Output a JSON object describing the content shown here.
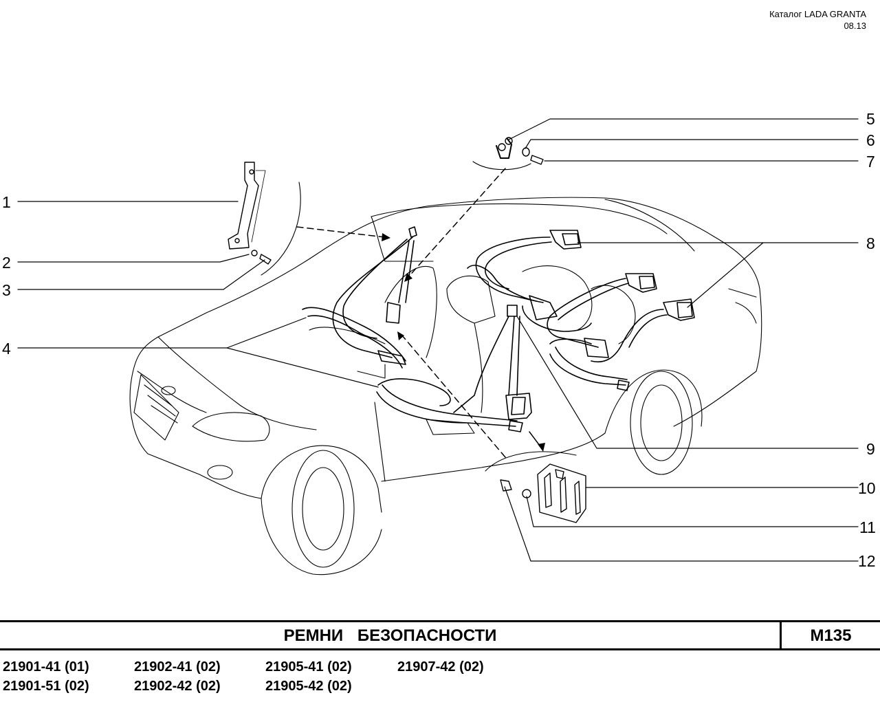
{
  "header": {
    "catalog": "Каталог  LADA  GRANTA",
    "date": "08.13"
  },
  "callouts": [
    "1",
    "2",
    "3",
    "4",
    "5",
    "6",
    "7",
    "8",
    "9",
    "10",
    "11",
    "12"
  ],
  "footer": {
    "title": "РЕМНИ   БЕЗОПАСНОСТИ",
    "code": "M135"
  },
  "models": [
    [
      "21901-41 (01)",
      "21901-51 (02)"
    ],
    [
      "21902-41 (02)",
      "21902-42 (02)"
    ],
    [
      "21905-41 (02)",
      "21905-42 (02)"
    ],
    [
      "21907-42 (02)"
    ]
  ]
}
